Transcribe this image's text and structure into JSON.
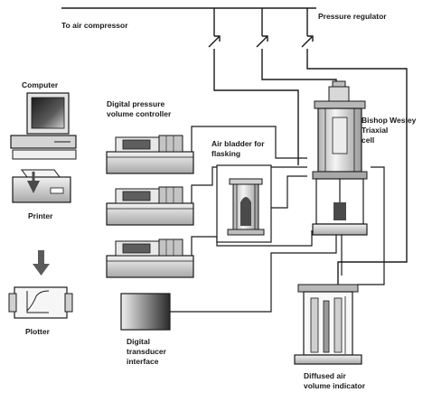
{
  "labels": {
    "air_compressor": "To air compressor",
    "pressure_regulator": "Pressure regulator",
    "computer": "Computer",
    "printer": "Printer",
    "plotter": "Plotter",
    "dpvc": [
      "Digital pressure",
      "volume controller"
    ],
    "air_bladder": [
      "Air bladder for",
      "flasking"
    ],
    "triaxial": [
      "Bishop Wesley",
      "Triaxial",
      "cell"
    ],
    "transducer": [
      "Digital",
      "transducer",
      "interface"
    ],
    "diffused": [
      "Diffused air",
      "volume indicator"
    ]
  },
  "colors": {
    "line": "#1a1a1a",
    "device_face": "#d9d9d9",
    "device_dark": "#6e6e6e",
    "screen": "#2a2a2a"
  }
}
